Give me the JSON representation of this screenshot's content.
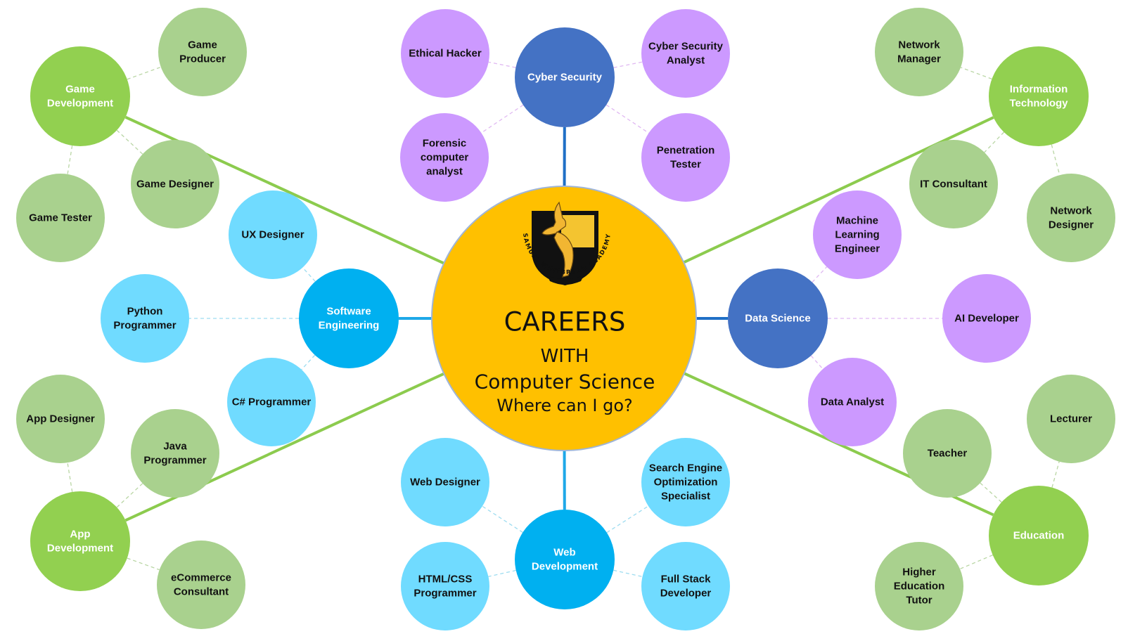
{
  "colors": {
    "center": "#FFC000",
    "green_hub": "#92D050",
    "green_leaf": "#A9D18E",
    "blue_hub": "#4472C4",
    "purple_leaf": "#CC99FF",
    "cyan_hub": "#00B0F0",
    "cyan_leaf": "#70DBFF",
    "green_line": "#8CCB4E",
    "blue_line": "#1F6FC6",
    "cyan_line": "#1EA8E8"
  },
  "center": {
    "careers": "CAREERS",
    "with": "WITH",
    "subject": "Computer Science",
    "question": "Where can I go?",
    "crest_text": "SAMUEL WHITBREAD ACADEMY"
  },
  "hubs": [
    {
      "id": "game-development",
      "label": [
        "Game",
        "Development"
      ],
      "color": "green",
      "leaves": [
        {
          "label": [
            "Game",
            "Producer"
          ]
        },
        {
          "label": [
            "Game Designer"
          ]
        },
        {
          "label": [
            "Game Tester"
          ]
        }
      ]
    },
    {
      "id": "cyber-security",
      "label": [
        "Cyber Security"
      ],
      "color": "blue",
      "leaves": [
        {
          "label": [
            "Ethical Hacker"
          ]
        },
        {
          "label": [
            "Forensic",
            "computer",
            "analyst"
          ]
        },
        {
          "label": [
            "Cyber Security",
            "Analyst"
          ]
        },
        {
          "label": [
            "Penetration",
            "Tester"
          ]
        }
      ]
    },
    {
      "id": "information-technology",
      "label": [
        "Information",
        "Technology"
      ],
      "color": "green",
      "leaves": [
        {
          "label": [
            "Network",
            "Manager"
          ]
        },
        {
          "label": [
            "IT Consultant"
          ]
        },
        {
          "label": [
            "Network",
            "Designer"
          ]
        }
      ]
    },
    {
      "id": "software-engineering",
      "label": [
        "Software",
        "Engineering"
      ],
      "color": "cyan",
      "leaves": [
        {
          "label": [
            "UX Designer"
          ]
        },
        {
          "label": [
            "Python",
            "Programmer"
          ]
        },
        {
          "label": [
            "C# Programmer"
          ]
        }
      ]
    },
    {
      "id": "data-science",
      "label": [
        "Data Science"
      ],
      "color": "blue",
      "leaves": [
        {
          "label": [
            "Machine",
            "Learning",
            "Engineer"
          ]
        },
        {
          "label": [
            "AI Developer"
          ]
        },
        {
          "label": [
            "Data Analyst"
          ]
        }
      ]
    },
    {
      "id": "app-development",
      "label": [
        "App",
        "Development"
      ],
      "color": "green",
      "leaves": [
        {
          "label": [
            "App Designer"
          ]
        },
        {
          "label": [
            "Java",
            "Programmer"
          ]
        },
        {
          "label": [
            "eCommerce",
            "Consultant"
          ]
        }
      ]
    },
    {
      "id": "web-development",
      "label": [
        "Web",
        "Development"
      ],
      "color": "cyan",
      "leaves": [
        {
          "label": [
            "Web Designer"
          ]
        },
        {
          "label": [
            "HTML/CSS",
            "Programmer"
          ]
        },
        {
          "label": [
            "Search Engine",
            "Optimization",
            "Specialist"
          ]
        },
        {
          "label": [
            "Full Stack",
            "Developer"
          ]
        }
      ]
    },
    {
      "id": "education",
      "label": [
        "Education"
      ],
      "color": "green",
      "leaves": [
        {
          "label": [
            "Lecturer"
          ]
        },
        {
          "label": [
            "Teacher"
          ]
        },
        {
          "label": [
            "Higher",
            "Education",
            "Tutor"
          ]
        }
      ]
    }
  ]
}
